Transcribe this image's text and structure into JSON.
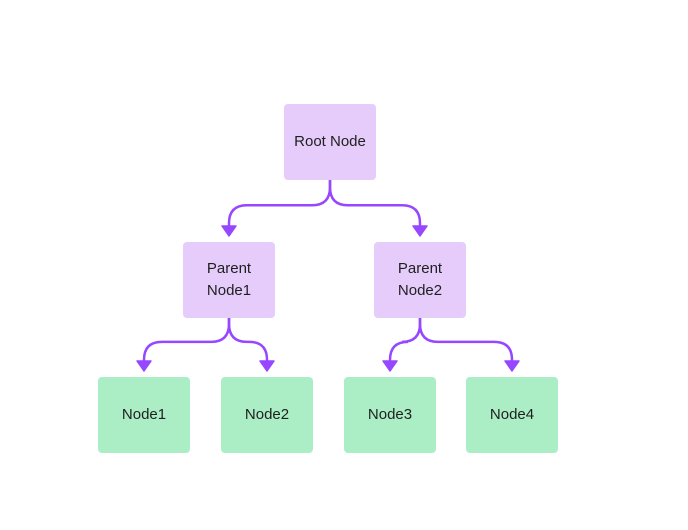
{
  "colors": {
    "connector": "#9747ff",
    "parent_fill": "#e5ccfb",
    "leaf_fill": "#abeec6",
    "text": "#1f1f1f"
  },
  "nodes": {
    "root": {
      "label": "Root Node"
    },
    "parent1": {
      "label": "Parent\nNode1"
    },
    "parent2": {
      "label": "Parent\nNode2"
    },
    "leaf1": {
      "label": "Node1"
    },
    "leaf2": {
      "label": "Node2"
    },
    "leaf3": {
      "label": "Node3"
    },
    "leaf4": {
      "label": "Node4"
    }
  },
  "edges": [
    {
      "from": "root",
      "to": "parent1"
    },
    {
      "from": "root",
      "to": "parent2"
    },
    {
      "from": "parent1",
      "to": "leaf1"
    },
    {
      "from": "parent1",
      "to": "leaf2"
    },
    {
      "from": "parent2",
      "to": "leaf3"
    },
    {
      "from": "parent2",
      "to": "leaf4"
    }
  ]
}
